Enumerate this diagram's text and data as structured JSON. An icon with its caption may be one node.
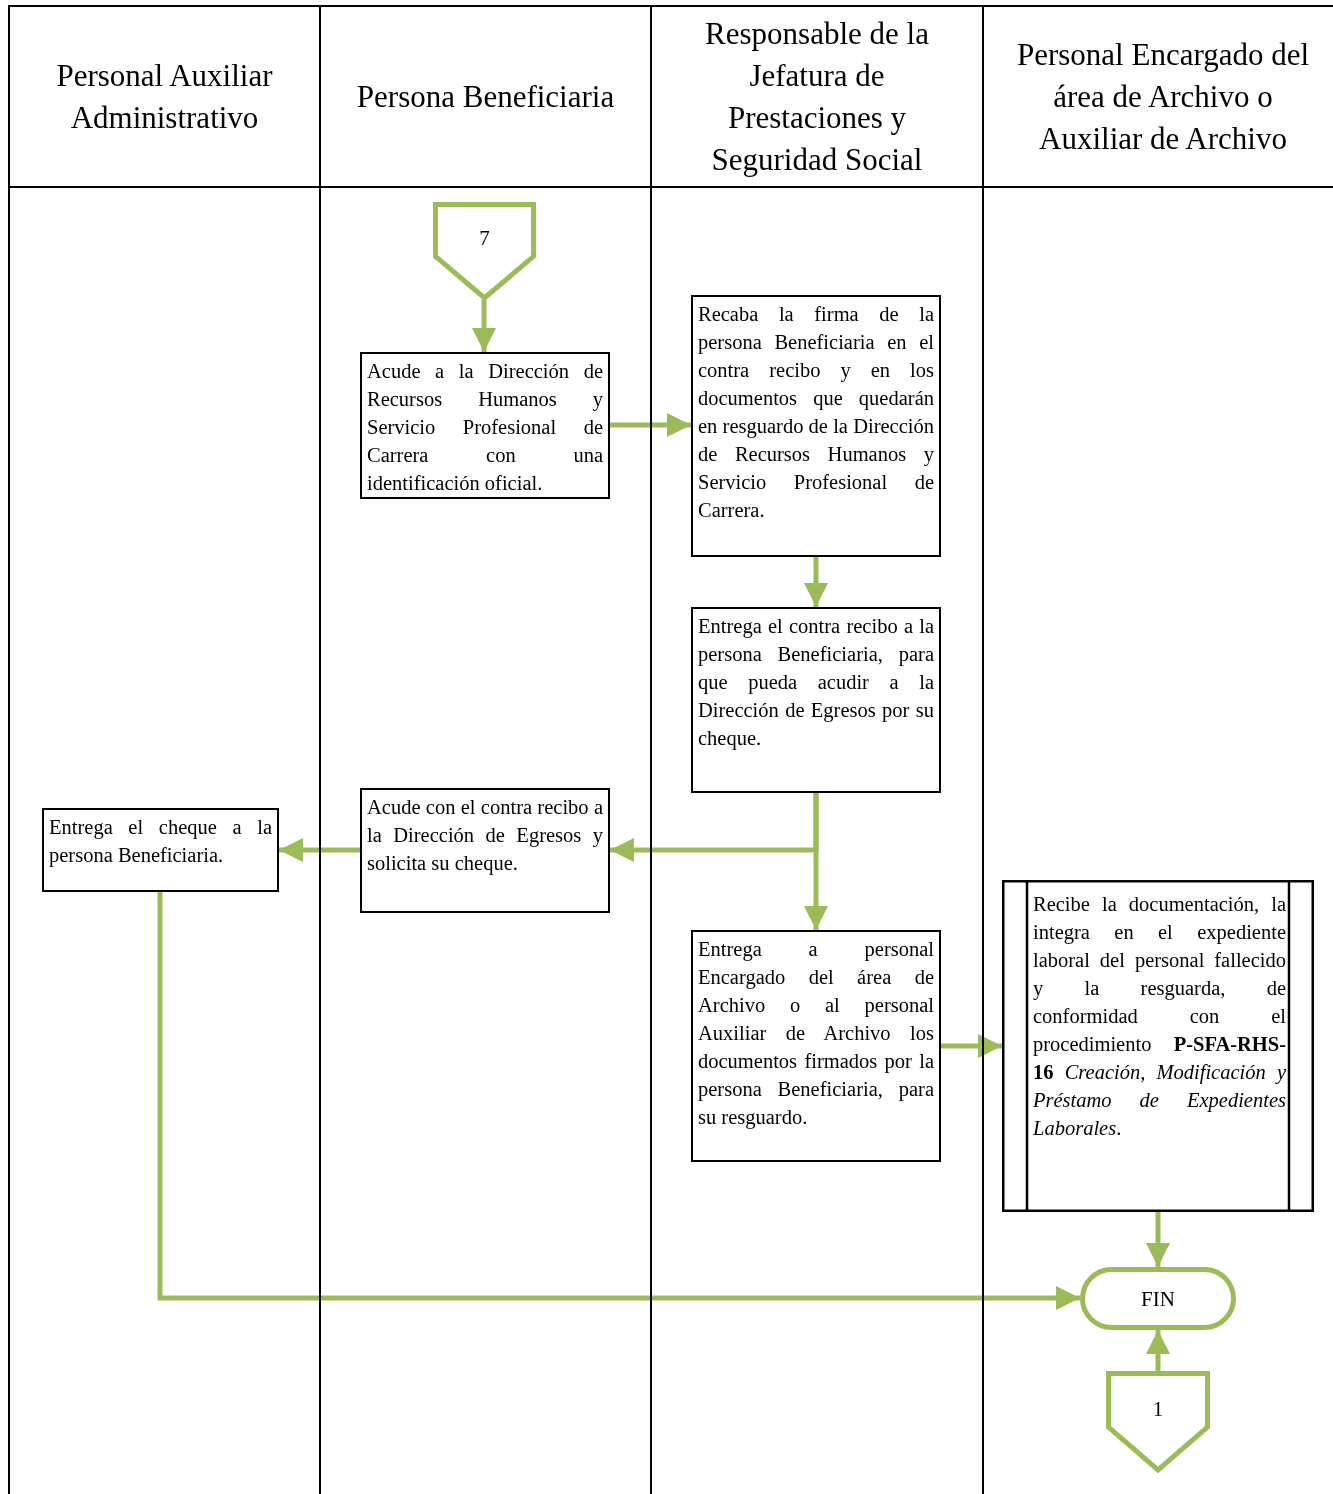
{
  "diagram": {
    "nodes": [
      {
        "text": [
          "Personal Auxiliar Administrativo"
        ]
      },
      {
        "text": [
          "Persona Beneficiaria"
        ]
      },
      {
        "text": [
          "Responsable de la Jefatura de Prestaciones y Seguridad Social"
        ]
      },
      {
        "text": [
          "Personal Encargado del área de Archivo o Auxiliar de Archivo"
        ]
      },
      {
        "text": [
          "7"
        ],
        "in": 1
      },
      {
        "text": [
          "Acude a la Dirección de Recursos Humanos y Servicio Profesional de Carrera con una identificación oficial."
        ],
        "in": 1
      },
      {
        "text": [
          "Recaba la firma de la persona Beneficiaria en el contra recibo y en los documentos que quedarán en resguardo de la Dirección de Recursos Humanos y Servicio Profesional de Carrera."
        ],
        "in": 2
      },
      {
        "text": [
          "Entrega el contra recibo a la persona Beneficiaria, para que pueda acudir a la Dirección de Egresos por su cheque."
        ],
        "in": 2
      },
      {
        "text": [
          "Acude con el contra recibo a la Dirección de Egresos y solicita su cheque."
        ],
        "in": 1
      },
      {
        "text": [
          "Entrega el cheque a la persona Beneficiaria."
        ],
        "in": 0
      },
      {
        "text": [
          "Entrega a personal Encargado del área de Archivo o al personal Auxiliar de Archivo los documentos firmados por la persona Beneficiaria, para su resguardo."
        ],
        "in": 2
      },
      {
        "text": [
          "Recibe la documentación, la integra en el expediente laboral del personal fallecido y la resguarda, de conformidad con el procedimiento **P-SFA-RHS-16** *Creación, Modificación y Préstamo de Expedientes Laborales*."
        ],
        "in": 3
      },
      {
        "text": [
          "FIN"
        ],
        "in": 3
      },
      {
        "text": [
          "1"
        ],
        "in": 3
      }
    ],
    "edges": [
      {
        "from": 4,
        "to": 5,
        "arrow": "to"
      },
      {
        "from": 5,
        "to": 6,
        "arrow": "to"
      },
      {
        "from": 6,
        "to": 7,
        "arrow": "to"
      },
      {
        "from": 7,
        "to": 8,
        "arrow": "to"
      },
      {
        "from": 7,
        "to": 10,
        "arrow": "to"
      },
      {
        "from": 8,
        "to": 9,
        "arrow": "to"
      },
      {
        "from": 10,
        "to": 11,
        "arrow": "to"
      },
      {
        "from": 9,
        "to": 12,
        "arrow": "to"
      },
      {
        "from": 11,
        "to": 12,
        "arrow": "to"
      },
      {
        "from": 13,
        "to": 12,
        "arrow": "to"
      }
    ]
  }
}
